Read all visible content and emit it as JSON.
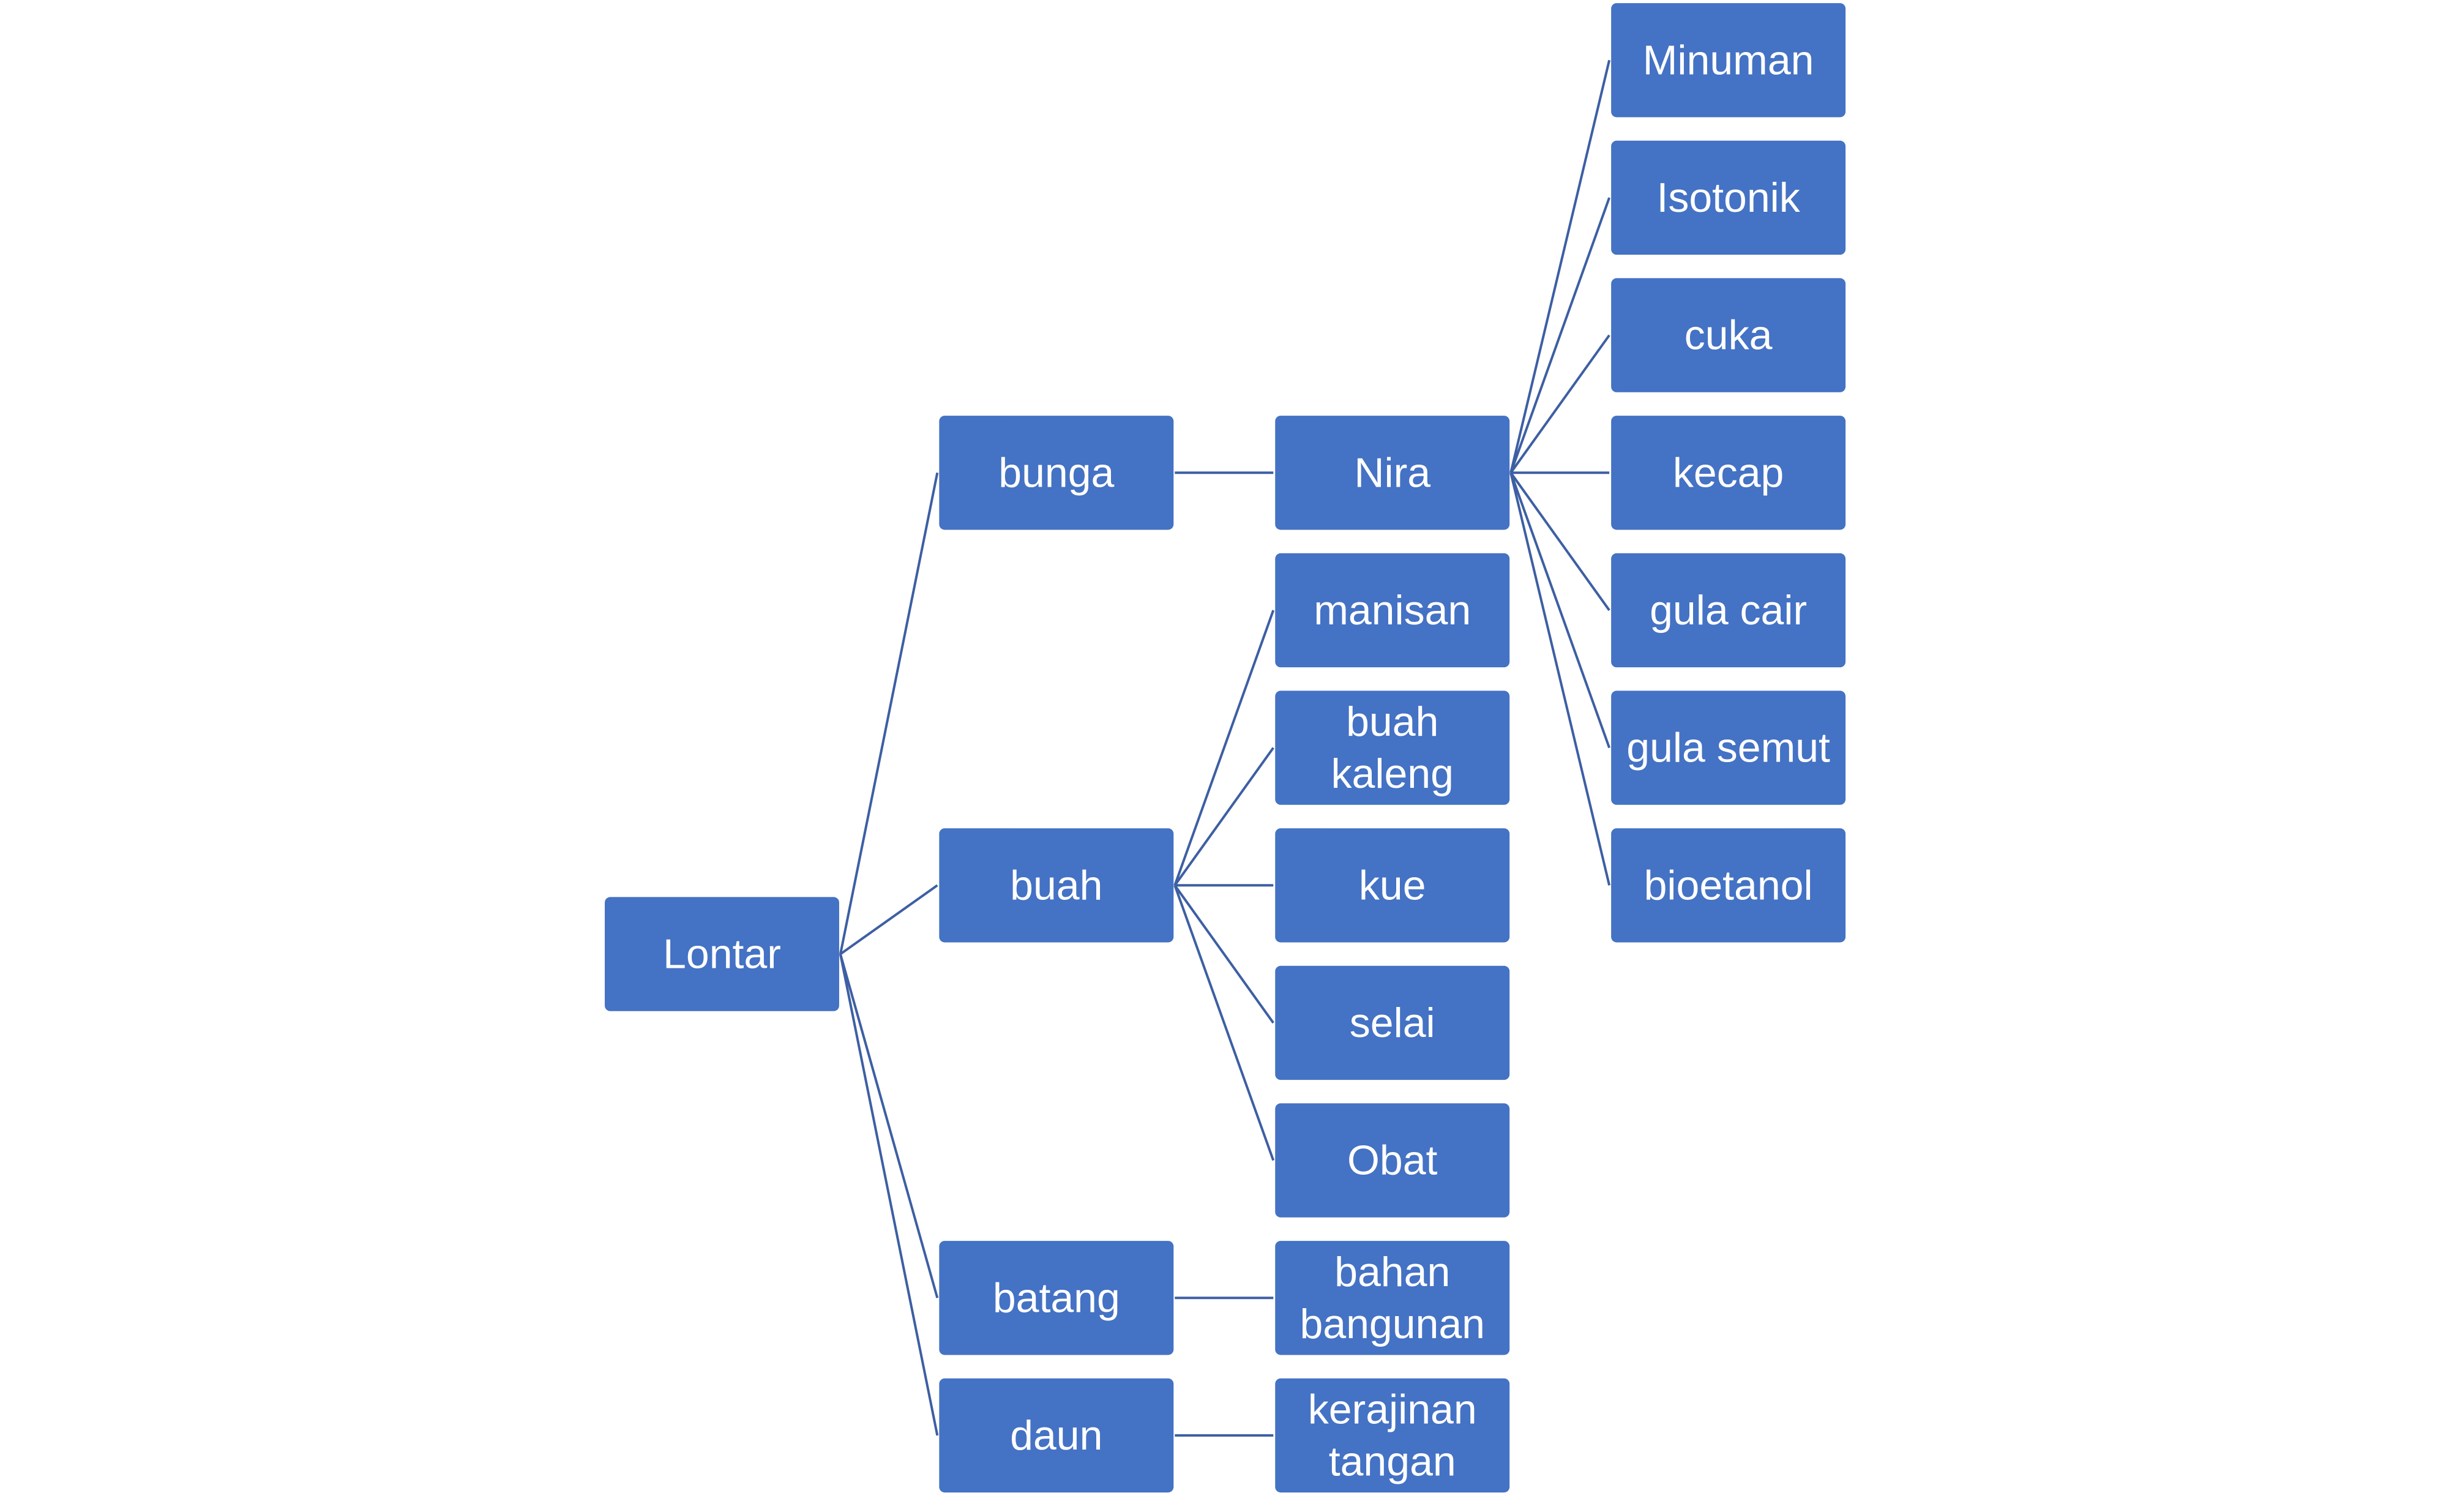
{
  "diagram": {
    "root": "Lontar",
    "nodes": {
      "lontar": "Lontar",
      "bunga": "bunga",
      "buah": "buah",
      "batang": "batang",
      "daun": "daun",
      "nira": "Nira",
      "manisan": "manisan",
      "buah_kaleng": [
        "buah",
        "kaleng"
      ],
      "kue": "kue",
      "selai": "selai",
      "obat": "Obat",
      "bahan_bangunan": [
        "bahan",
        "bangunan"
      ],
      "kerajinan_tangan": [
        "kerajinan",
        "tangan"
      ],
      "minuman": "Minuman",
      "isotonik": "Isotonik",
      "cuka": "cuka",
      "kecap": "kecap",
      "gula_cair": "gula cair",
      "gula_semut": "gula semut",
      "bioetanol": "bioetanol"
    },
    "edges": [
      [
        "lontar",
        "bunga"
      ],
      [
        "lontar",
        "buah"
      ],
      [
        "lontar",
        "batang"
      ],
      [
        "lontar",
        "daun"
      ],
      [
        "bunga",
        "nira"
      ],
      [
        "buah",
        "manisan"
      ],
      [
        "buah",
        "buah_kaleng"
      ],
      [
        "buah",
        "kue"
      ],
      [
        "buah",
        "selai"
      ],
      [
        "buah",
        "obat"
      ],
      [
        "batang",
        "bahan_bangunan"
      ],
      [
        "daun",
        "kerajinan_tangan"
      ],
      [
        "nira",
        "minuman"
      ],
      [
        "nira",
        "isotonik"
      ],
      [
        "nira",
        "cuka"
      ],
      [
        "nira",
        "kecap"
      ],
      [
        "nira",
        "gula_cair"
      ],
      [
        "nira",
        "gula_semut"
      ],
      [
        "nira",
        "bioetanol"
      ]
    ],
    "colors": {
      "box": "#4472c4",
      "line": "#3d5fa3",
      "text": "#ffffff"
    }
  }
}
